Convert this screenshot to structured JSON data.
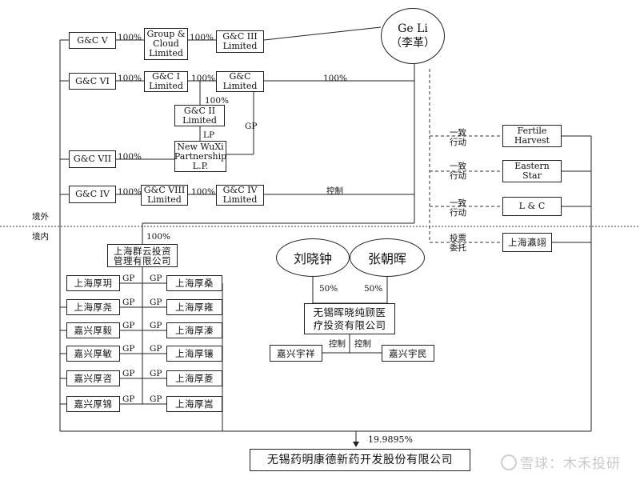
{
  "regions": {
    "offshore": "境外",
    "onshore": "境内"
  },
  "boxes": {
    "gc5": "G&C V",
    "group_cloud": "Group &\nCloud\nLimited",
    "gc3": "G&C III\nLimited",
    "gc6": "G&C VI",
    "gc1": "G&C I\nLimited",
    "gc": "G&C\nLimited",
    "gc2": "G&C II\nLimited",
    "wuxi_lp": "New WuXi\nPartnership\nL.P.",
    "gc7": "G&C VII",
    "gc4": "G&C IV",
    "gc8": "G&C VIII\nLimited",
    "gc4ltd": "G&C IV\nLimited",
    "fertile": "Fertile\nHarvest",
    "eastern": "Eastern\nStar",
    "lc": "L & C",
    "yinghu": "上海瀛翊",
    "qunyun": "上海群云投资\n管理有限公司",
    "houjun": "上海厚玥",
    "houyao": "上海厚尧",
    "houyi": "嘉兴厚毅",
    "houmin": "嘉兴厚敏",
    "hourong": "嘉兴厚咨",
    "houjin": "嘉兴厚锦",
    "housang": "上海厚桑",
    "houyong": "上海厚雍",
    "houqi": "上海厚溱",
    "houxiang": "上海厚镶",
    "houling": "上海厚菱",
    "housong": "上海厚嵩",
    "wuxi_invest": "无锡晖晓纯顾医\n疗投资有限公司",
    "yuxiang": "嘉兴宇祥",
    "yumin": "嘉兴宇民",
    "target": "无锡药明康德新药开发股份有限公司"
  },
  "people": {
    "geli": "Ge Li\n（李革）",
    "liu": "刘晓钟",
    "zhang": "张朝晖"
  },
  "labels": {
    "pct100": "100%",
    "lp": "LP",
    "gp": "GP",
    "control": "控制",
    "concert": "一致\n行动",
    "proxy": "投票\n委托",
    "pct50": "50%",
    "final_pct": "19.9895%"
  },
  "watermark": "雪球：木禾投研"
}
